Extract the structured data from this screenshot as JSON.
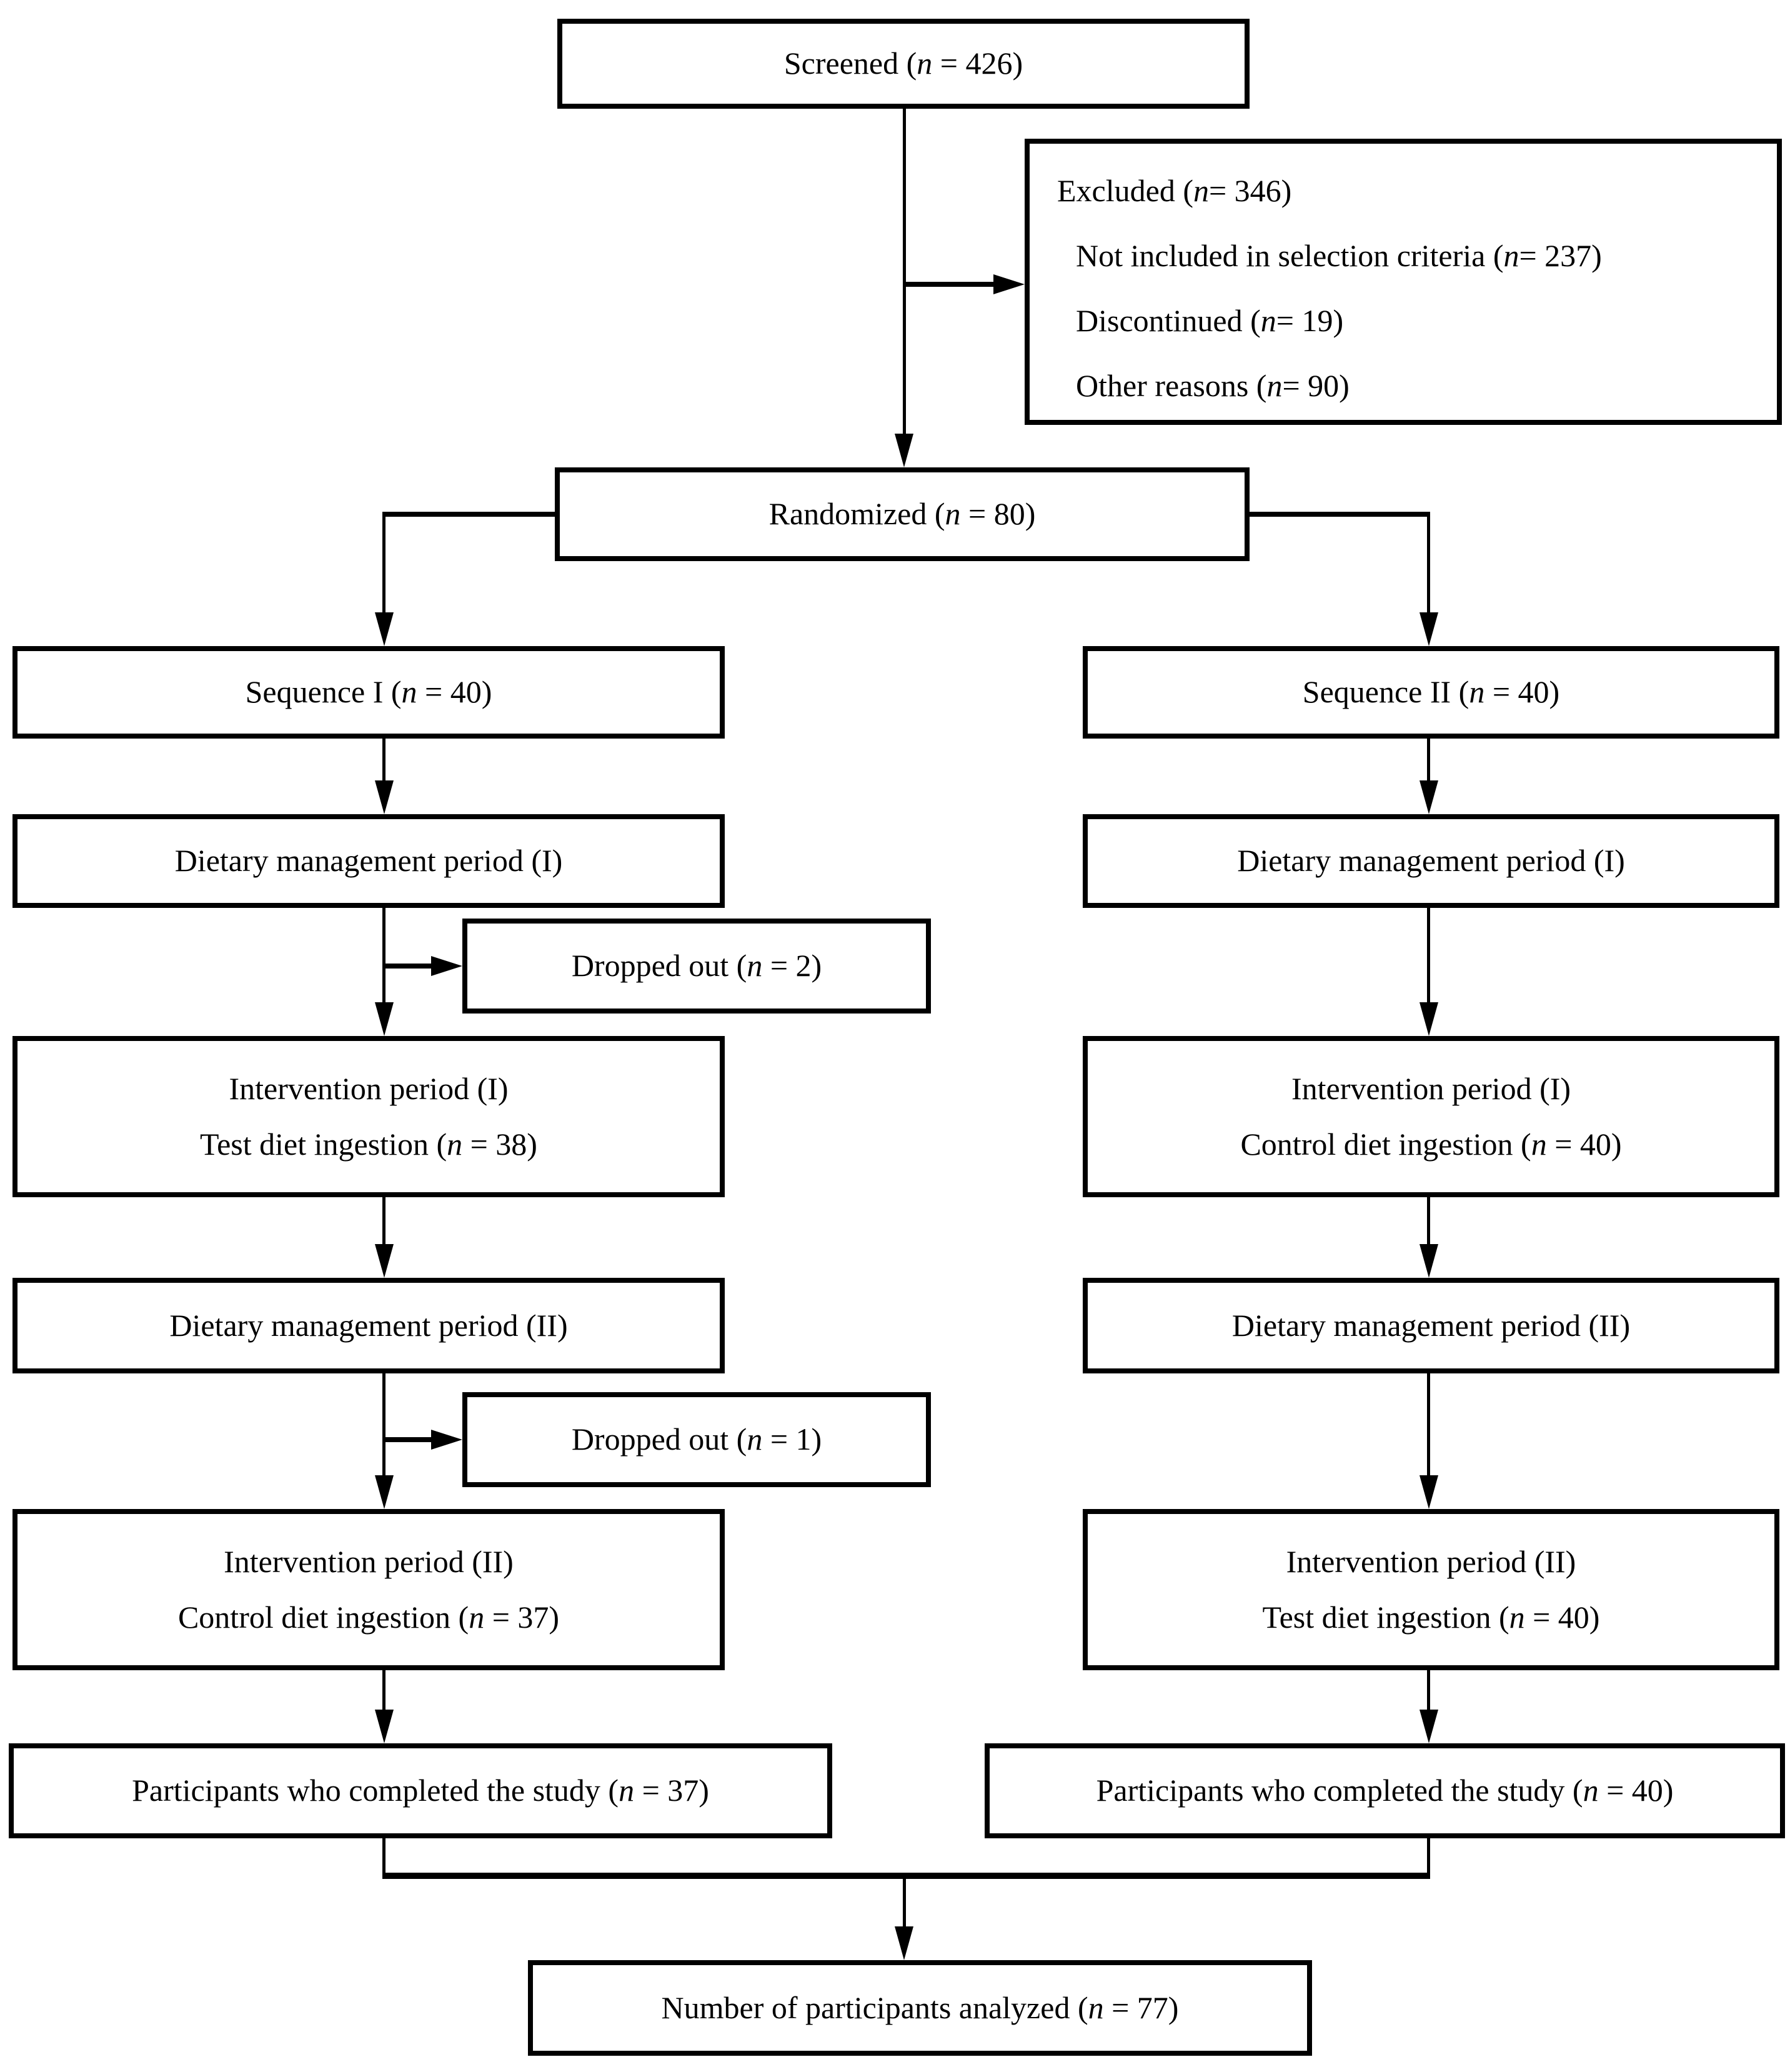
{
  "page": {
    "background": "#ffffff",
    "line_color": "#000000",
    "box_fill": "#ffffff"
  },
  "flowchart": {
    "screened": {
      "pre": "Screened (",
      "n": "n",
      "post": " = 426)"
    },
    "excluded": {
      "line1": {
        "pre": "Excluded (",
        "n": "n",
        "post": " = 346)"
      },
      "line2": {
        "pre": "Not included in selection criteria (",
        "n": "n",
        "post": " = 237)"
      },
      "line3": {
        "pre": "Discontinued (",
        "n": "n",
        "post": " = 19)"
      },
      "line4": {
        "pre": "Other reasons (",
        "n": "n",
        "post": " = 90)"
      }
    },
    "randomized": {
      "pre": "Randomized (",
      "n": "n",
      "post": " = 80)"
    },
    "sequence1": {
      "pre": "Sequence I (",
      "n": "n",
      "post": " = 40)"
    },
    "sequence2": {
      "pre": "Sequence II (",
      "n": "n",
      "post": " = 40)"
    },
    "diet1_left": {
      "text": "Dietary management period (I)"
    },
    "diet1_right": {
      "text": "Dietary management period (I)"
    },
    "dropped1": {
      "pre": "Dropped out (",
      "n": "n",
      "post": " = 2)"
    },
    "intervention1_left": {
      "line1": "Intervention period (I)",
      "pre": "Test diet ingestion (",
      "n": "n",
      "post": " = 38)"
    },
    "intervention1_right": {
      "line1": "Intervention period (I)",
      "pre": "Control diet ingestion (",
      "n": "n",
      "post": " = 40)"
    },
    "diet2_left": {
      "text": "Dietary management period (II)"
    },
    "diet2_right": {
      "text": "Dietary management period (II)"
    },
    "dropped2": {
      "pre": "Dropped out (",
      "n": "n",
      "post": " = 1)"
    },
    "intervention2_left": {
      "line1": "Intervention period (II)",
      "pre": "Control diet ingestion (",
      "n": "n",
      "post": " = 37)"
    },
    "intervention2_right": {
      "line1": "Intervention period (II)",
      "pre": "Test diet ingestion (",
      "n": "n",
      "post": " = 40)"
    },
    "completed_left": {
      "pre": "Participants who completed the study (",
      "n": "n",
      "post": " = 37)"
    },
    "completed_right": {
      "pre": "Participants who completed the study (",
      "n": "n",
      "post": " = 40)"
    },
    "analyzed": {
      "pre": "Number of participants analyzed (",
      "n": "n",
      "post": " = 77)"
    }
  }
}
